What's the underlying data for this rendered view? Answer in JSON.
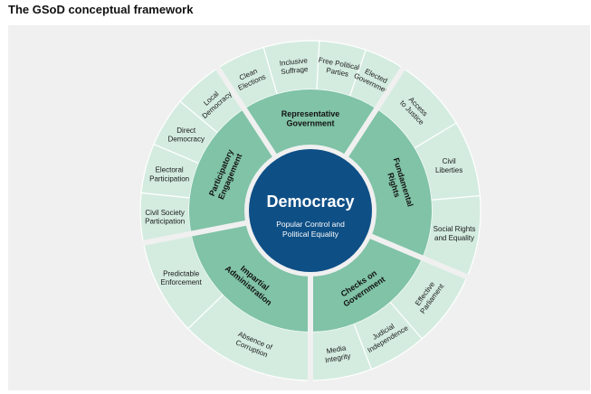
{
  "title": "The GSoD conceptual framework",
  "center": {
    "title": "Democracy",
    "subtitle_lines": [
      "Popular Control and",
      "Political Equality"
    ]
  },
  "colors": {
    "panel_bg": "#f0f0f0",
    "outer_ring": "#d4ece0",
    "inner_ring": "#80c3a7",
    "center": "#0e4f86",
    "separator": "#f0f0f0"
  },
  "attributes": [
    {
      "id": "representative-government",
      "label_lines": [
        "Representative",
        "Government"
      ],
      "subattributes": [
        {
          "id": "clean-elections",
          "label_lines": [
            "Clean",
            "Elections"
          ]
        },
        {
          "id": "inclusive-suffrage",
          "label_lines": [
            "Inclusive",
            "Suffrage"
          ]
        },
        {
          "id": "free-political-parties",
          "label_lines": [
            "Free Political",
            "Parties"
          ]
        },
        {
          "id": "elected-government",
          "label_lines": [
            "Elected",
            "Government"
          ]
        }
      ]
    },
    {
      "id": "fundamental-rights",
      "label_lines": [
        "Fundamental",
        "Rights"
      ],
      "subattributes": [
        {
          "id": "access-to-justice",
          "label_lines": [
            "Access",
            "to Justice"
          ]
        },
        {
          "id": "civil-liberties",
          "label_lines": [
            "Civil",
            "Liberties"
          ]
        },
        {
          "id": "social-rights-and-equality",
          "label_lines": [
            "Social Rights",
            "and Equality"
          ]
        }
      ]
    },
    {
      "id": "checks-on-government",
      "label_lines": [
        "Checks on",
        "Government"
      ],
      "subattributes": [
        {
          "id": "effective-parliament",
          "label_lines": [
            "Effective",
            "Parliament"
          ]
        },
        {
          "id": "judicial-independence",
          "label_lines": [
            "Judicial",
            "Independence"
          ]
        },
        {
          "id": "media-integrity",
          "label_lines": [
            "Media",
            "Integrity"
          ]
        }
      ]
    },
    {
      "id": "impartial-administration",
      "label_lines": [
        "Impartial",
        "Administration"
      ],
      "subattributes": [
        {
          "id": "absence-of-corruption",
          "label_lines": [
            "Absence of",
            "Corruption"
          ]
        },
        {
          "id": "predictable-enforcement",
          "label_lines": [
            "Predictable",
            "Enforcement"
          ]
        }
      ]
    },
    {
      "id": "participatory-engagement",
      "label_lines": [
        "Participatory",
        "Engagement"
      ],
      "subattributes": [
        {
          "id": "civil-society-participation",
          "label_lines": [
            "Civil Society",
            "Participation"
          ]
        },
        {
          "id": "electoral-participation",
          "label_lines": [
            "Electoral",
            "Participation"
          ]
        },
        {
          "id": "direct-democracy",
          "label_lines": [
            "Direct",
            "Democracy"
          ]
        },
        {
          "id": "local-democracy",
          "label_lines": [
            "Local",
            "Democracy"
          ]
        }
      ]
    }
  ]
}
